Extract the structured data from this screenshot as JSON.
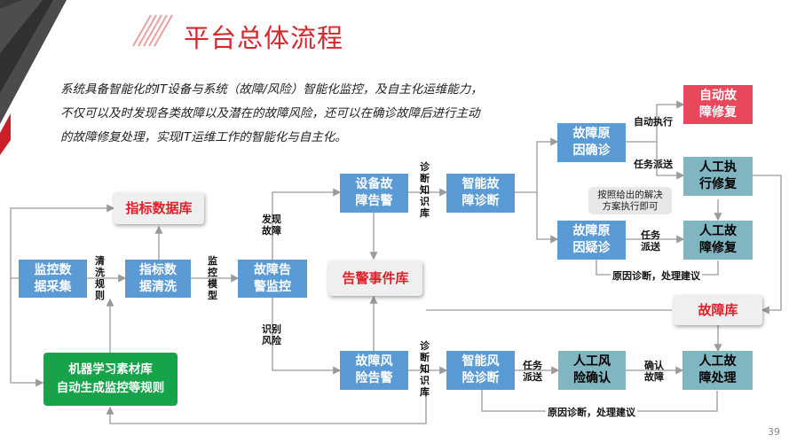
{
  "page": {
    "title": "平台总体流程",
    "page_number": "39"
  },
  "intro": [
    "系统具备智能化的IT设备与系统（故障/风险）智能化监控，及自主化运维能力，",
    "不仅可以及时发现各类故障以及潜在的故障风险，还可以在确诊故障后进行主动",
    "的故障修复处理，实现IT运维工作的智能化与自主化。"
  ],
  "nodes": {
    "collect": "监控数\n据采集",
    "clean": "指标数\n据清洗",
    "fault_monitor": "故障告\n警监控",
    "device_alert": "设备故\n障告警",
    "risk_alert": "故障风\n险告警",
    "smart_diag": "智能故\n障诊断",
    "smart_risk_diag": "智能风\n险诊断",
    "confirmed": "故障原\n因确诊",
    "suspected": "故障原\n因疑诊",
    "auto_repair": "自动故\n障修复",
    "manual_repair": "人工执\n行修复",
    "manual_fault_repair": "人工故\n障修复",
    "manual_risk_confirm": "人工风\n险确认",
    "manual_handle": "人工故\n障处理",
    "metric_db": "指标数据库",
    "alarm_db": "告警事件库",
    "fault_db": "故障库",
    "ml_lib": "机器学习素材库\n自动生成监控等规则"
  },
  "labels": {
    "wash_rules": "清\n洗\n规\n则",
    "monitor_model": "监\n控\n模\n型",
    "found_fault": "发现\n故障",
    "identify_risk": "识别\n风险",
    "kb1": "诊\n断\n知\n识\n库",
    "kb2": "诊\n断\n知\n识\n库",
    "auto_exec": "自动执行",
    "task_dispatch1": "任务派送",
    "task_dispatch2": "任务\n派送",
    "task_dispatch3": "任务\n派送",
    "confirm_fault": "确认\n故障",
    "cause_advice1": "原因诊断，处理建议",
    "cause_advice2": "原因诊断，处理建议",
    "callout": "按照给出的解决\n方案执行即可"
  },
  "colors": {
    "accent": "#d6262e",
    "blue": "#5b9bd5",
    "teal": "#7fb6c1",
    "red": "#e8475c",
    "green": "#16a34a"
  }
}
